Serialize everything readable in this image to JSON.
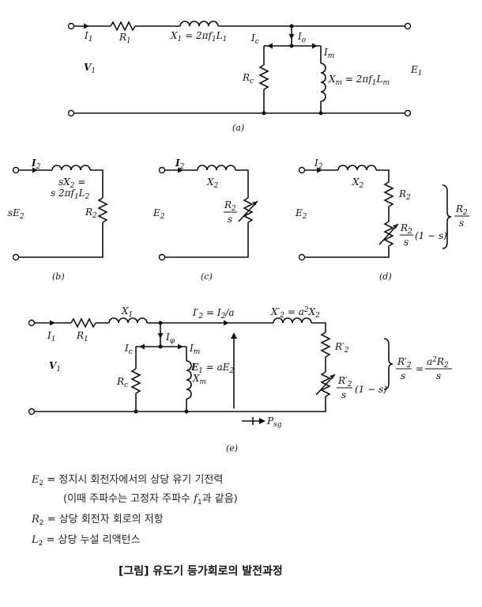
{
  "diagram_a": {
    "caption": "(a)",
    "V1": "V",
    "V1_sub": "1",
    "I1": "I",
    "I1_sub": "1",
    "R1": "R",
    "R1_sub": "1",
    "X1": "X",
    "X1_sub": "1",
    "X1_eq": " = 2πf",
    "X1_f_sub": "1",
    "X1_L": "L",
    "X1_L_sub": "1",
    "Io": "I",
    "Io_sub": "o",
    "Ic": "I",
    "Ic_sub": "c",
    "Im": "I",
    "Im_sub": "m",
    "Rc": "R",
    "Rc_sub": "c",
    "Xm": "X",
    "Xm_sub": "m",
    "Xm_eq": " = 2πf",
    "Xm_f_sub": "1",
    "Xm_L": "L",
    "Xm_L_sub": "m",
    "E1": "E",
    "E1_sub": "1"
  },
  "diagram_b": {
    "caption": "(b)",
    "I2": "I",
    "I2_sub": "2",
    "sX2_line1": "sX",
    "sX2_sub": "2",
    "sX2_eq": " =",
    "sX2_line2": "s 2πf",
    "sX2_f_sub": "1",
    "sX2_L": "L",
    "sX2_L_sub": "2",
    "sE2": "sE",
    "sE2_sub": "2",
    "R2": "R",
    "R2_sub": "2"
  },
  "diagram_c": {
    "caption": "(c)",
    "I2": "I",
    "I2_sub": "2",
    "X2": "X",
    "X2_sub": "2",
    "E2": "E",
    "E2_sub": "2",
    "R2s_num": "R",
    "R2s_num_sub": "2",
    "R2s_den": "s"
  },
  "diagram_d": {
    "caption": "(d)",
    "I2": "I",
    "I2_sub": "2",
    "X2": "X",
    "X2_sub": "2",
    "E2": "E",
    "E2_sub": "2",
    "R2": "R",
    "R2_sub": "2",
    "R2s_num": "R",
    "R2s_num_sub": "2",
    "R2s_den": "s",
    "R2s_tail": "(1 − s)",
    "brace_num": "R",
    "brace_num_sub": "2",
    "brace_den": "s"
  },
  "diagram_e": {
    "caption": "(e)",
    "V1": "V",
    "V1_sub": "1",
    "I1": "I",
    "I1_sub": "1",
    "R1": "R",
    "R1_sub": "1",
    "X1": "X",
    "X1_sub": "1",
    "Iphi": "I",
    "Iphi_sub": "φ",
    "Ic": "I",
    "Ic_sub": "c",
    "Im": "I",
    "Im_sub": "m",
    "Rc": "R",
    "Rc_sub": "c",
    "Xm": "X",
    "Xm_sub": "m",
    "I2p": "I′",
    "I2p_sub": "2",
    "I2p_eq": " = I",
    "I2p_eq_sub": "2",
    "I2p_tail": "/a",
    "X2p": "X′",
    "X2p_sub": "2",
    "X2p_eq": " = a",
    "X2p_pow": "2",
    "X2p_X": "X",
    "X2p_X_sub": "2",
    "E1": "E",
    "E1_sub": "1",
    "E1_eq": " = aE",
    "E1_eq_sub": "2",
    "R2p": "R′",
    "R2p_sub": "2",
    "R2ps_num": "R′",
    "R2ps_num_sub": "2",
    "R2ps_den": "s",
    "R2ps_tail": "(1 − s)",
    "Psg": "P",
    "Psg_sub": "sg",
    "brace_lhs_num": "R′",
    "brace_lhs_num_sub": "2",
    "brace_lhs_den": "s",
    "brace_eq": "=",
    "brace_rhs_num": "a",
    "brace_rhs_pow": "2",
    "brace_rhs_R": "R",
    "brace_rhs_R_sub": "2",
    "brace_rhs_den": "s"
  },
  "legend": {
    "line1_sym": "E",
    "line1_sub": "2",
    "line1_text": " = 정지시 회전자에서의 상당 유기 기전력",
    "line2_text_a": "(이때 주파수는 고정자 주파수 ",
    "line2_f": "f",
    "line2_f_sub": "1",
    "line2_text_b": "과 같음)",
    "line3_sym": "R",
    "line3_sub": "2",
    "line3_text": " = 상당 회전자 회로의 저항",
    "line4_sym": "L",
    "line4_sub": "2",
    "line4_text": " = 상당 누설 리액턴스"
  },
  "figure_title": "[그림]  유도기 등가회로의 발전과정"
}
